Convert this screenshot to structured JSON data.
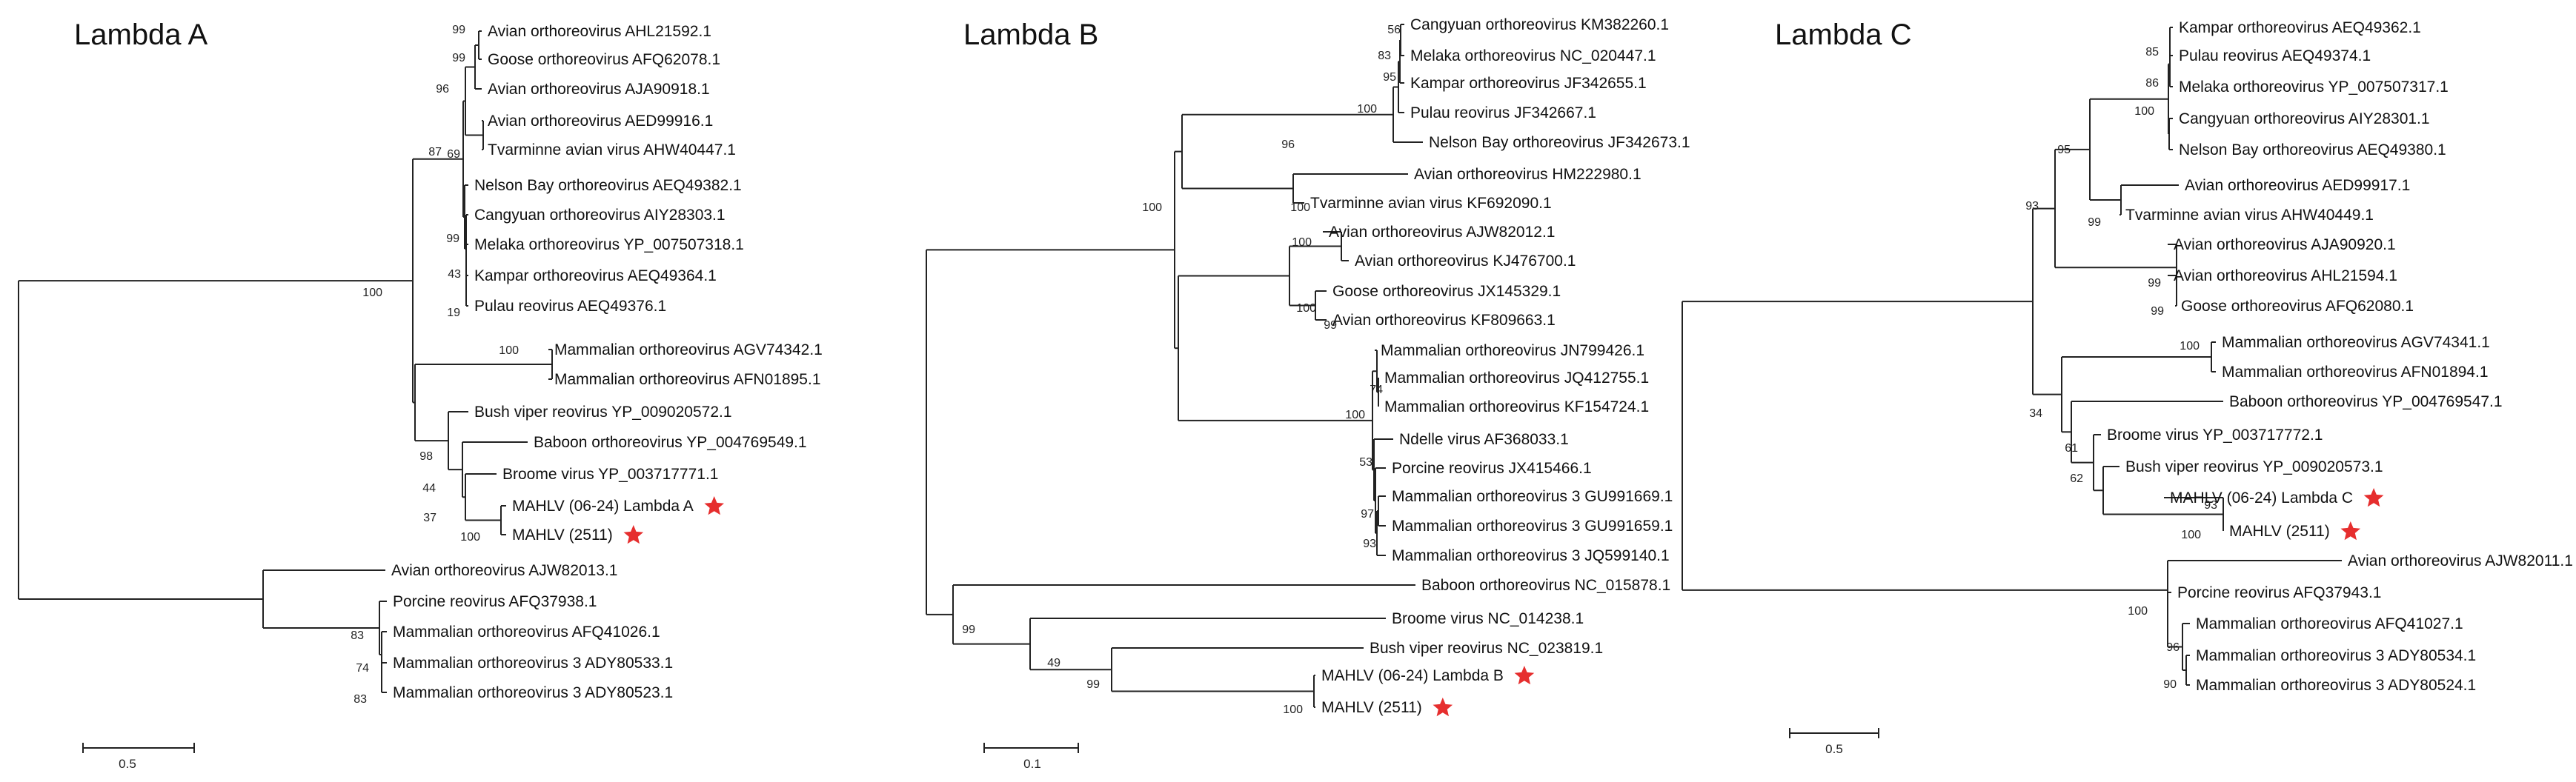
{
  "panels": [
    {
      "title": "Lambda A",
      "scale_label": "0.5",
      "leaves": [
        {
          "label": "Avian orthoreovirus AHL21592.1"
        },
        {
          "label": "Goose orthoreovirus AFQ62078.1"
        },
        {
          "label": "Avian orthoreovirus AJA90918.1"
        },
        {
          "label": "Avian orthoreovirus AED99916.1"
        },
        {
          "label": "Tvarminne avian virus AHW40447.1"
        },
        {
          "label": "Nelson Bay orthoreovirus AEQ49382.1"
        },
        {
          "label": "Cangyuan orthoreovirus AIY28303.1"
        },
        {
          "label": "Melaka orthoreovirus YP_007507318.1"
        },
        {
          "label": "Kampar orthoreovirus AEQ49364.1"
        },
        {
          "label": "Pulau reovirus AEQ49376.1"
        },
        {
          "label": "Mammalian orthoreovirus AGV74342.1"
        },
        {
          "label": "Mammalian orthoreovirus AFN01895.1"
        },
        {
          "label": "Bush viper reovirus YP_009020572.1"
        },
        {
          "label": "Baboon orthoreovirus YP_004769549.1"
        },
        {
          "label": "Broome virus YP_003717771.1"
        },
        {
          "label": "MAHLV (06-24) Lambda A",
          "starred": true
        },
        {
          "label": "MAHLV (2511)",
          "starred": true
        },
        {
          "label": "Avian orthoreovirus AJW82013.1"
        },
        {
          "label": "Porcine reovirus AFQ37938.1"
        },
        {
          "label": "Mammalian orthoreovirus AFQ41026.1"
        },
        {
          "label": "Mammalian orthoreovirus 3 ADY80533.1"
        },
        {
          "label": "Mammalian orthoreovirus 3 ADY80523.1"
        }
      ],
      "support_values": [
        "99",
        "99",
        "96",
        "69",
        "87",
        "99",
        "43",
        "19",
        "100",
        "100",
        "98",
        "44",
        "37",
        "100",
        "83",
        "74",
        "83"
      ]
    },
    {
      "title": "Lambda B",
      "scale_label": "0.1",
      "leaves": [
        {
          "label": "Cangyuan orthoreovirus KM382260.1"
        },
        {
          "label": "Melaka orthoreovirus NC_020447.1"
        },
        {
          "label": "Kampar orthoreovirus JF342655.1"
        },
        {
          "label": "Pulau reovirus JF342667.1"
        },
        {
          "label": "Nelson Bay orthoreovirus JF342673.1"
        },
        {
          "label": "Avian orthoreovirus HM222980.1"
        },
        {
          "label": "Tvarminne avian virus KF692090.1"
        },
        {
          "label": "Avian orthoreovirus AJW82012.1"
        },
        {
          "label": "Avian orthoreovirus KJ476700.1"
        },
        {
          "label": "Goose orthoreovirus JX145329.1"
        },
        {
          "label": "Avian orthoreovirus KF809663.1"
        },
        {
          "label": "Mammalian orthoreovirus JN799426.1"
        },
        {
          "label": "Mammalian orthoreovirus JQ412755.1"
        },
        {
          "label": "Mammalian orthoreovirus KF154724.1"
        },
        {
          "label": "Ndelle virus AF368033.1"
        },
        {
          "label": "Porcine reovirus JX415466.1"
        },
        {
          "label": "Mammalian orthoreovirus 3 GU991669.1"
        },
        {
          "label": "Mammalian orthoreovirus 3 GU991659.1"
        },
        {
          "label": "Mammalian orthoreovirus 3 JQ599140.1"
        },
        {
          "label": "Baboon orthoreovirus NC_015878.1"
        },
        {
          "label": "Broome virus NC_014238.1"
        },
        {
          "label": "Bush viper reovirus NC_023819.1"
        },
        {
          "label": "MAHLV (06-24) Lambda B",
          "starred": true
        },
        {
          "label": "MAHLV (2511)",
          "starred": true
        }
      ],
      "support_values": [
        "56",
        "83",
        "95",
        "100",
        "96",
        "100",
        "100",
        "100",
        "100",
        "99",
        "74",
        "100",
        "53",
        "97",
        "93",
        "99",
        "49",
        "99",
        "100"
      ]
    },
    {
      "title": "Lambda C",
      "scale_label": "0.5",
      "leaves": [
        {
          "label": "Kampar orthoreovirus AEQ49362.1"
        },
        {
          "label": "Pulau reovirus AEQ49374.1"
        },
        {
          "label": "Melaka orthoreovirus YP_007507317.1"
        },
        {
          "label": "Cangyuan orthoreovirus AIY28301.1"
        },
        {
          "label": "Nelson Bay orthoreovirus AEQ49380.1"
        },
        {
          "label": "Avian orthoreovirus AED99917.1"
        },
        {
          "label": "Tvarminne avian virus AHW40449.1"
        },
        {
          "label": "Avian orthoreovirus AJA90920.1"
        },
        {
          "label": "Avian orthoreovirus AHL21594.1"
        },
        {
          "label": "Goose orthoreovirus AFQ62080.1"
        },
        {
          "label": "Mammalian orthoreovirus AGV74341.1"
        },
        {
          "label": "Mammalian orthoreovirus AFN01894.1"
        },
        {
          "label": "Baboon orthoreovirus YP_004769547.1"
        },
        {
          "label": "Broome virus YP_003717772.1"
        },
        {
          "label": "Bush viper reovirus YP_009020573.1"
        },
        {
          "label": "MAHLV (06-24) Lambda C",
          "starred": true
        },
        {
          "label": "MAHLV (2511)",
          "starred": true
        },
        {
          "label": "Avian orthoreovirus AJW82011.1"
        },
        {
          "label": "Porcine reovirus AFQ37943.1"
        },
        {
          "label": "Mammalian orthoreovirus AFQ41027.1"
        },
        {
          "label": "Mammalian orthoreovirus 3 ADY80534.1"
        },
        {
          "label": "Mammalian orthoreovirus 3 ADY80524.1"
        }
      ],
      "support_values": [
        "85",
        "86",
        "100",
        "95",
        "99",
        "93",
        "99",
        "99",
        "100",
        "34",
        "61",
        "62",
        "93",
        "100",
        "100",
        "96",
        "90"
      ]
    }
  ],
  "colors": {
    "branch": "#222222",
    "text": "#111111",
    "star": "#e62e2e"
  }
}
